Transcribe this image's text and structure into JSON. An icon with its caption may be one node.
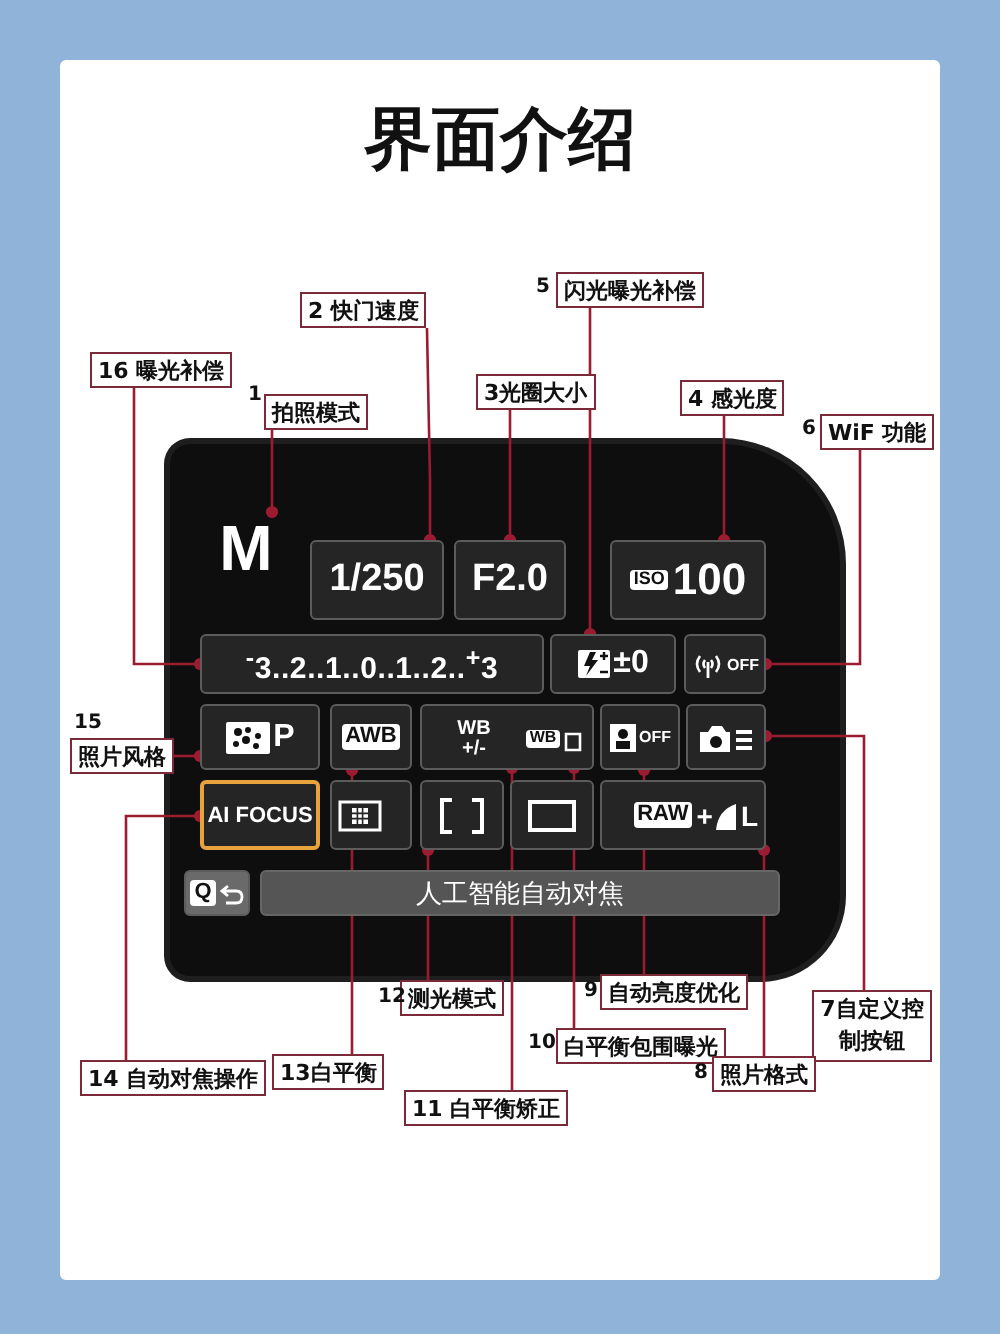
{
  "diagram": {
    "title": "界面介绍",
    "nodes": [
      {
        "text": [],
        "shape": "box"
      },
      {
        "text": [
          "M"
        ],
        "in": 0
      },
      {
        "text": [
          "1/250"
        ],
        "in": 0
      },
      {
        "text": [
          "F2.0"
        ],
        "in": 0
      },
      {
        "text": [
          "ISO",
          "100"
        ],
        "in": 0
      },
      {
        "text": [
          "$^{-}$3..2..1..0..1..2..$^{+}$3"
        ],
        "in": 0
      },
      {
        "text": [
          "±0"
        ],
        "in": 0
      },
      {
        "text": [
          "OFF"
        ],
        "in": 0
      },
      {
        "text": [
          "P"
        ],
        "in": 0
      },
      {
        "text": [
          "AWB"
        ],
        "in": 0
      },
      {
        "text": [],
        "shape": "box",
        "in": 0
      },
      {
        "text": [
          "WB",
          "+/-"
        ],
        "in": 10
      },
      {
        "text": [
          "WB"
        ],
        "in": 10
      },
      {
        "text": [
          "OFF"
        ],
        "in": 0
      },
      {
        "text": [],
        "shape": "box",
        "in": 0
      },
      {
        "text": [
          "AI FOCUS"
        ],
        "in": 0
      },
      {
        "text": [],
        "shape": "box",
        "in": 0
      },
      {
        "text": [],
        "shape": "box",
        "in": 0
      },
      {
        "text": [],
        "shape": "box",
        "in": 0
      },
      {
        "text": [
          "RAW",
          "+",
          "L"
        ],
        "in": 0
      },
      {
        "text": [
          "Q"
        ],
        "in": 0
      },
      {
        "text": [
          "人工智能自动对焦"
        ],
        "in": 0
      },
      {
        "text": [
          "16 曝光补偿"
        ]
      },
      {
        "text": [
          "拍照模式"
        ],
        "beside": [
          "1"
        ]
      },
      {
        "text": [
          "2 快门速度"
        ]
      },
      {
        "text": [
          "3光圈大小"
        ]
      },
      {
        "text": [
          "闪光曝光补偿"
        ],
        "beside": [
          "5"
        ]
      },
      {
        "text": [
          "4 感光度"
        ]
      },
      {
        "text": [
          "WiF 功能"
        ],
        "beside": [
          "6"
        ]
      },
      {
        "text": [
          "照片风格"
        ],
        "beside": [
          "15"
        ]
      },
      {
        "text": [
          "7自定义控制按钮"
        ]
      },
      {
        "text": [
          "14 自动对焦操作"
        ]
      },
      {
        "text": [
          "测光模式"
        ],
        "beside": [
          "12"
        ]
      },
      {
        "text": [
          "13白平衡"
        ]
      },
      {
        "text": [
          "自动亮度优化"
        ],
        "beside": [
          "9"
        ]
      },
      {
        "text": [
          "白平衡包围曝光"
        ],
        "beside": [
          "10"
        ]
      },
      {
        "text": [
          "11 白平衡矫正"
        ]
      },
      {
        "text": [
          "照片格式"
        ],
        "beside": [
          "8"
        ]
      }
    ],
    "edges": [
      {
        "from": 22,
        "to": 5,
        "arrow": "other"
      },
      {
        "from": 23,
        "to": 1,
        "arrow": "other"
      },
      {
        "from": 24,
        "to": 2,
        "arrow": "other"
      },
      {
        "from": 25,
        "to": 3,
        "arrow": "other"
      },
      {
        "from": 26,
        "to": 6,
        "arrow": "other"
      },
      {
        "from": 27,
        "to": 4,
        "arrow": "other"
      },
      {
        "from": 28,
        "to": 7,
        "arrow": "other"
      },
      {
        "from": 29,
        "to": 8,
        "arrow": "other"
      },
      {
        "from": 30,
        "to": 14,
        "arrow": "other"
      },
      {
        "from": 31,
        "to": 15,
        "arrow": "other"
      },
      {
        "from": 33,
        "to": 9,
        "arrow": "other"
      },
      {
        "from": 32,
        "to": 17,
        "arrow": "other"
      },
      {
        "from": 34,
        "to": 13,
        "arrow": "other"
      },
      {
        "from": 35,
        "to": 12,
        "arrow": "other"
      },
      {
        "from": 36,
        "to": 11,
        "arrow": "other"
      },
      {
        "from": 37,
        "to": 19,
        "arrow": "other"
      }
    ]
  }
}
